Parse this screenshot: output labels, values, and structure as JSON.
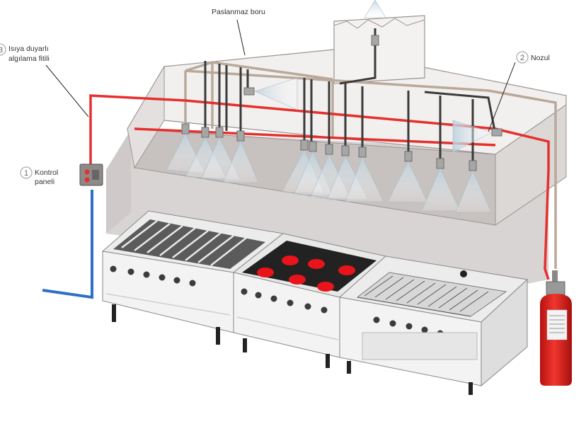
{
  "callouts": [
    {
      "number": "1",
      "text_line1": "Kontrol",
      "text_line2": "paneli"
    },
    {
      "number": "2",
      "text_line1": "Nozul",
      "text_line2": ""
    },
    {
      "number": "3",
      "text_line1": "Isıya duyarlı",
      "text_line2": "algılama fitili"
    }
  ],
  "top_label": "Paslanmaz boru",
  "colors": {
    "detection_line": "#e5302d",
    "water_line": "#2f6fc8",
    "steel_pipe": "#b9a99a",
    "nozzle_pipe": "#3a3a3a",
    "hood": "#c9c3c1",
    "burner": "#e8141a",
    "extinguisher": "#e8221b"
  },
  "icons": {
    "extinguisher": "fire-extinguisher-cylinder",
    "control_panel": "control-panel-box",
    "nozzle": "spray-nozzle"
  }
}
